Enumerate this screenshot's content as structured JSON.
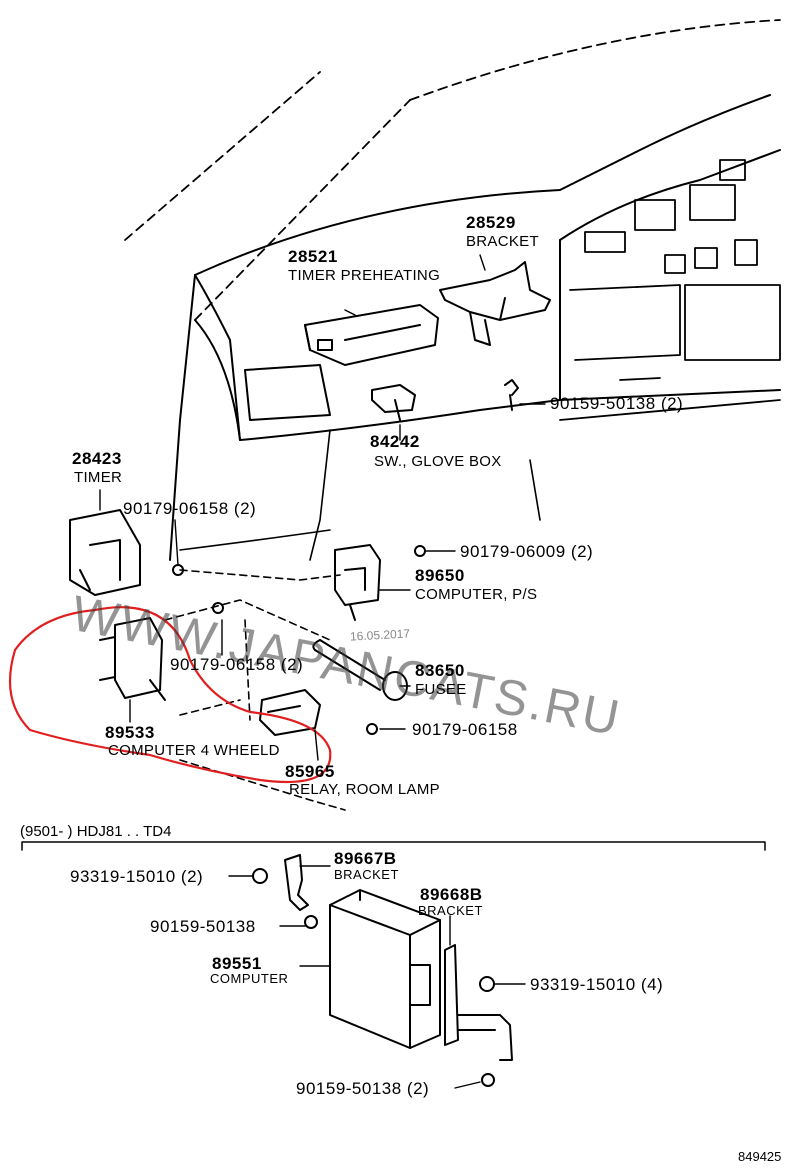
{
  "diagram_code": "849425",
  "watermark": "WWW.JAPANCATS.RU",
  "date_stamp": "16.05.2017",
  "section_header": "(9501-        ) HDJ81 . . TD4",
  "parts": {
    "p28529": {
      "number": "28529",
      "name": "BRACKET"
    },
    "p28521": {
      "number": "28521",
      "name": "TIMER PREHEATING"
    },
    "p90159a": {
      "number": "90159-50138 (2)"
    },
    "p84242": {
      "number": "84242",
      "name": "SW., GLOVE BOX"
    },
    "p28423": {
      "number": "28423",
      "name": "TIMER"
    },
    "p90179a": {
      "number": "90179-06158 (2)"
    },
    "p90179b": {
      "number": "90179-06009 (2)"
    },
    "p89650": {
      "number": "89650",
      "name": "COMPUTER, P/S"
    },
    "p90179c": {
      "number": "90179-06158 (2)"
    },
    "p83650": {
      "number": "83650",
      "name": "FUSEE"
    },
    "p89533": {
      "number": "89533",
      "name": "COMPUTER 4 WHEELD"
    },
    "p90179d": {
      "number": "90179-06158"
    },
    "p85965": {
      "number": "85965",
      "name": "RELAY, ROOM LAMP"
    },
    "p93319a": {
      "number": "93319-15010 (2)"
    },
    "p89667": {
      "number": "89667B",
      "name": "BRACKET"
    },
    "p89668": {
      "number": "89668B",
      "name": "BRACKET"
    },
    "p90159b": {
      "number": "90159-50138"
    },
    "p89551": {
      "number": "89551",
      "name": "COMPUTER"
    },
    "p93319b": {
      "number": "93319-15010 (4)"
    },
    "p90159c": {
      "number": "90159-50138 (2)"
    }
  },
  "highlight_color": "#e02020"
}
